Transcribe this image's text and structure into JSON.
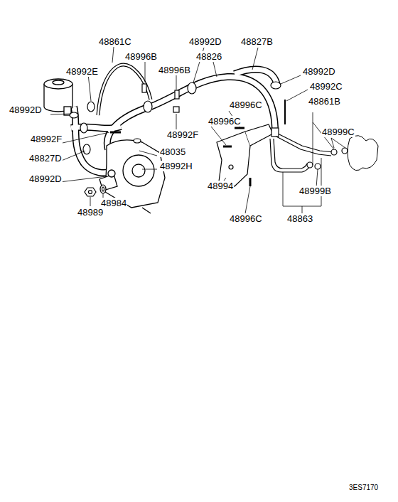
{
  "diagram": {
    "labels": [
      "48861C",
      "48996B",
      "48992D",
      "48827B",
      "48992E",
      "48996B",
      "48826",
      "48992D",
      "48992C",
      "48992D",
      "48996C",
      "48861B",
      "48999C",
      "48996C",
      "48992F",
      "48992F",
      "48035",
      "48827D",
      "48992H",
      "48992D",
      "48994",
      "48999B",
      "48984",
      "48989",
      "48996C",
      "48863",
      "3ES7170"
    ]
  }
}
